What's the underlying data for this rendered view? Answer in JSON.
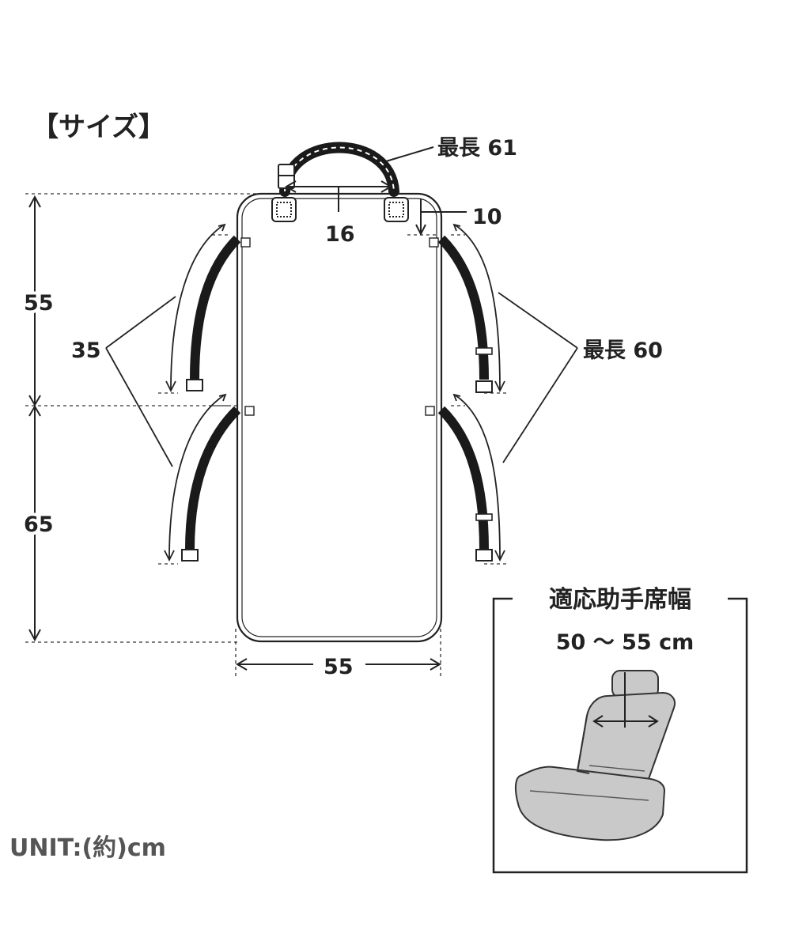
{
  "title": "【サイズ】",
  "labels": {
    "handle_max": "最長 61",
    "handle_gap": "16",
    "tab_len": "10",
    "height_upper": "55",
    "height_lower": "65",
    "strap_short": "35",
    "strap_max": "最長 60",
    "width": "55",
    "unit": "UNIT:(約)cm"
  },
  "inset": {
    "title": "適応助手席幅",
    "range": "50 ～ 55 cm"
  },
  "colors": {
    "ink": "#222222",
    "strap": "#1a1a1a",
    "seat_fill": "#c9c9c9",
    "unit_text": "#555555"
  }
}
